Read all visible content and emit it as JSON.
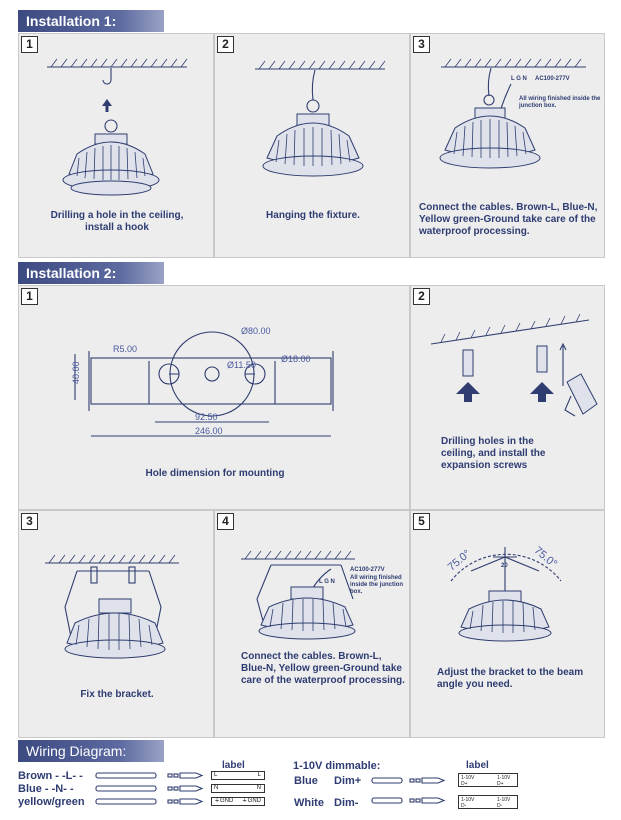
{
  "sections": {
    "installation1": "Installation 1:",
    "installation2": "Installation 2:",
    "wiring": "Wiring Diagram:"
  },
  "steps1": [
    {
      "num": "1",
      "caption": "Drilling a hole in the ceiling, install a hook"
    },
    {
      "num": "2",
      "caption": "Hanging the fixture."
    },
    {
      "num": "3",
      "caption": "Connect the  cables. Brown-L, Blue-N, Yellow green-Ground take care of the waterproof processing."
    }
  ],
  "step1_3_labels": {
    "lgn": "L G N",
    "voltage": "AC100-277V",
    "note": "All wiring finished inside the junction box."
  },
  "steps2": [
    {
      "num": "1",
      "caption": "Hole dimension for mounting"
    },
    {
      "num": "2",
      "caption": "Drilling holes in the ceiling, and install the expansion screws"
    },
    {
      "num": "3",
      "caption": "Fix the bracket."
    },
    {
      "num": "4",
      "caption": "Connect the  cables. Brown-L, Blue-N, Yellow green-Ground take care of the waterproof processing."
    },
    {
      "num": "5",
      "caption": "Adjust the bracket to the beam angle you need."
    }
  ],
  "dimensions": {
    "d80": "Ø80.00",
    "r5": "R5.00",
    "d11": "Ø11.50",
    "d18": "Ø18.00",
    "h40": "40.00",
    "w92": "92.50",
    "w246": "246.00"
  },
  "step2_4_labels": {
    "lgn": "L G N",
    "voltage": "AC100-277V",
    "note": "All wiring finished inside the junction box."
  },
  "angles": {
    "left": "75.0°",
    "right": "75.0°",
    "mid": "20"
  },
  "wiring": {
    "label_header": "label",
    "rows": [
      {
        "name": "Brown - -L- -",
        "label_l": "L",
        "label_r": "L"
      },
      {
        "name": "Blue    - -N- -",
        "label_l": "N",
        "label_r": "N"
      },
      {
        "name": "yellow/green",
        "label_l": "⏚GND",
        "label_r": "⏚GND"
      }
    ],
    "dim_title": "1-10V dimmable:",
    "dim_label_header": "label",
    "dim_rows": [
      {
        "color": "Blue",
        "sig": "Dim+",
        "label_l": "1-10V D+",
        "label_r": "1-10V D+"
      },
      {
        "color": "White",
        "sig": "Dim-",
        "label_l": "1-10V D-",
        "label_r": "1-10V D-"
      }
    ]
  }
}
